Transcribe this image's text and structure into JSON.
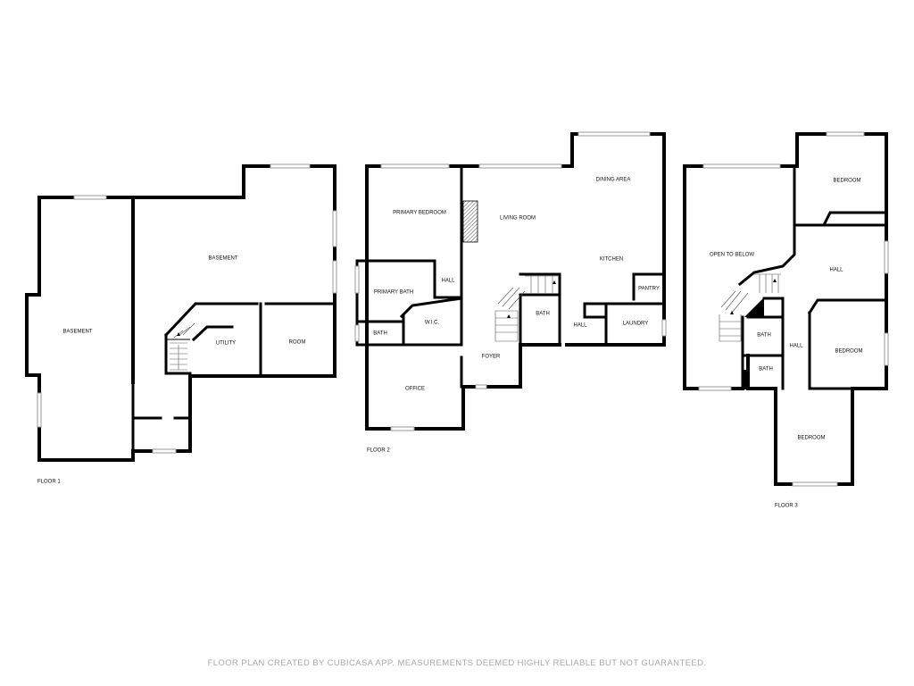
{
  "floors": [
    {
      "label": "FLOOR 1",
      "rooms": [
        "BASEMENT",
        "BASEMENT",
        "UTILITY",
        "ROOM"
      ]
    },
    {
      "label": "FLOOR 2",
      "rooms": [
        "PRIMARY BEDROOM",
        "LIVING ROOM",
        "DINING AREA",
        "KITCHEN",
        "PRIMARY BATH",
        "HALL",
        "W.I.C.",
        "BATH",
        "PANTRY",
        "BATH",
        "HALL",
        "LAUNDRY",
        "FOYER",
        "OFFICE"
      ]
    },
    {
      "label": "FLOOR 3",
      "rooms": [
        "OPEN TO BELOW",
        "BEDROOM",
        "HALL",
        "BATH",
        "HALL",
        "BATH",
        "BEDROOM",
        "BEDROOM"
      ]
    }
  ],
  "footer": "FLOOR PLAN CREATED BY CUBICASA APP. MEASUREMENTS DEEMED HIGHLY RELIABLE BUT NOT GUARANTEED.",
  "colors": {
    "wall": "#000000",
    "window": "#9a9a9a",
    "footer_text": "#a8a8a8",
    "background": "#ffffff"
  }
}
